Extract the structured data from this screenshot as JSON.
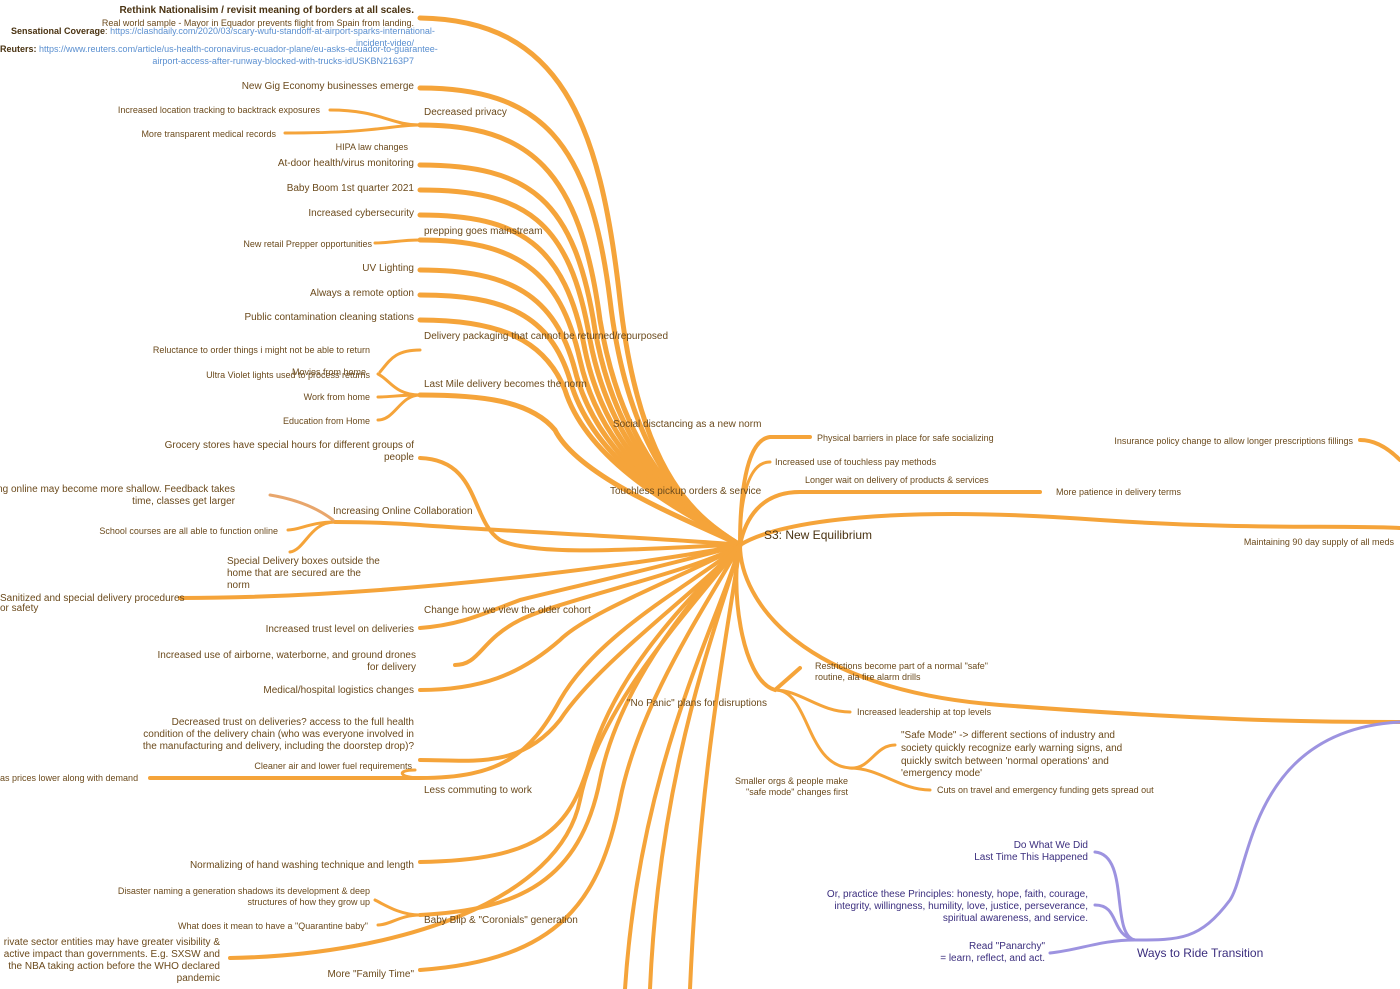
{
  "colors": {
    "branch": "#f5a43a",
    "branch_faded": "#e8a66c",
    "purple": "#9d93e0",
    "text": "#6b4a1c",
    "link": "#5a8fd0",
    "purple_text": "#3b2e7e"
  },
  "center": {
    "title": "S3: New Equilibrium"
  },
  "header": {
    "rethink": "Rethink Nationalisim / revisit meaning of borders at all scales.",
    "sample": "Real world sample - Mayor in Equador prevents flight from Spain from landing.",
    "sensational_label": "Sensational Coverage",
    "sensational_url1": "https://clashdaily.com/2020/03/scary-wufu-standoff-at-airport-sparks-international-",
    "sensational_url2": "incident-video/",
    "reuters_label": "Reuters:",
    "reuters_url1": "https://www.reuters.com/article/us-health-coronavirus-ecuador-plane/eu-asks-ecuador-to-guarantee-",
    "reuters_url2": "airport-access-after-runway-blocked-with-trucks-idUSKBN2163P7"
  },
  "left": {
    "gig": "New Gig Economy businesses emerge",
    "privacy": "Decreased privacy",
    "tracking": "Increased location tracking to backtrack exposures",
    "medical": "More transparent medical records",
    "hipa": "HIPA law changes",
    "atdoor": "At-door health/virus monitoring",
    "babyboom": "Baby Boom 1st quarter 2021",
    "cyber": "Increased cybersecurity",
    "prepping": "prepping goes mainstream",
    "prepper": "New retail Prepper opportunities",
    "uv": "UV Lighting",
    "remote": "Always a remote option",
    "cleaning": "Public contamination cleaning stations",
    "packaging": "Delivery packaging that cannot be returned/repurposed",
    "reluctance": "Reluctance to order things i might not be able to return",
    "ultraviolet": "Ultra Violet lights used to process returns",
    "movies": "Movies from home",
    "lastmile": "Last Mile delivery becomes the norm",
    "workhome": "Work from home",
    "eduhome": "Education from Home",
    "grocery1": "Grocery stores have special hours for different groups of",
    "grocery2": "people",
    "learning1": "ning online may become more shallow. Feedback takes",
    "learning2": "time, classes get larger",
    "collab": "Increasing Online Collaboration",
    "school": "School courses are all able to function online",
    "special1": "Special Delivery boxes outside the",
    "special2": "home that are secured are the",
    "special3": "norm",
    "sanitized1": "Sanitized and special delivery procedures",
    "sanitized2": "or safety",
    "older": "Change how we view the older cohort",
    "trust": "Increased trust level on deliveries",
    "drones1": "Increased use of airborne, waterborne, and ground drones",
    "drones2": "for delivery",
    "logistics": "Medical/hospital logistics changes",
    "decreased1": "Decreased trust on deliveries? access to the full health",
    "decreased2": "condition of the delivery chain (who was everyone involved in",
    "decreased3": "the manufacturing and delivery, including the doorstep drop)?",
    "cleanair": "Cleaner air and lower fuel requirements",
    "gas": "as prices lower along with demand",
    "commuting": "Less commuting to work",
    "handwash": "Normalizing of hand washing technique and length",
    "disaster1": "Disaster naming a generation shadows its development & deep",
    "disaster2": "structures of how they grow up",
    "quarantine": "What does it mean to have a \"Quarantine baby\"",
    "babyblip": "Baby Blip & \"Coronials\" generation",
    "private1": "rivate sector entities may have greater visibility &",
    "private2": "active impact than governments. E.g. SXSW and",
    "private3": "the NBA taking action before the WHO declared",
    "private4": "pandemic",
    "family": "More \"Family Time\""
  },
  "mid": {
    "social": "Social disctancing as a new norm",
    "touchless_pickup": "Touchless pickup orders & service",
    "nopanic": "\"No Panic\" plans for disruptions"
  },
  "right": {
    "barriers": "Physical barriers in place for safe socializing",
    "touchpay": "Increased use of touchless pay methods",
    "longer": "Longer wait on delivery of products & services",
    "patience": "More patience in delivery terms",
    "insurance": "Insurance policy change to allow longer prescriptions fillings",
    "supply": "Maintaining 90 day supply of all meds",
    "restrict1": "Restrictions become part of a normal \"safe\"",
    "restrict2": "routine, ala fire alarm drills",
    "leadership": "Increased leadership at top levels",
    "safemode1": "\"Safe Mode\" -> different sections of industry and",
    "safemode2": "society quickly recognize early warning signs, and",
    "safemode3": "quickly switch between 'normal operations' and",
    "safemode4": "'emergency mode'",
    "cuts": "Cuts on travel and emergency funding gets spread out",
    "smaller1": "Smaller orgs & people make",
    "smaller2": "\"safe mode\" changes first"
  },
  "transition": {
    "title": "Ways to Ride Transition",
    "dowhat1": "Do What We Did",
    "dowhat2": "Last Time This Happened",
    "principles1": "Or, practice these Principles: honesty, hope, faith, courage,",
    "principles2": "integrity, willingness, humility, love, justice, perseverance,",
    "principles3": "spiritual awareness, and service.",
    "panarchy1": "Read \"Panarchy\"",
    "panarchy2": "= learn, reflect, and act."
  }
}
